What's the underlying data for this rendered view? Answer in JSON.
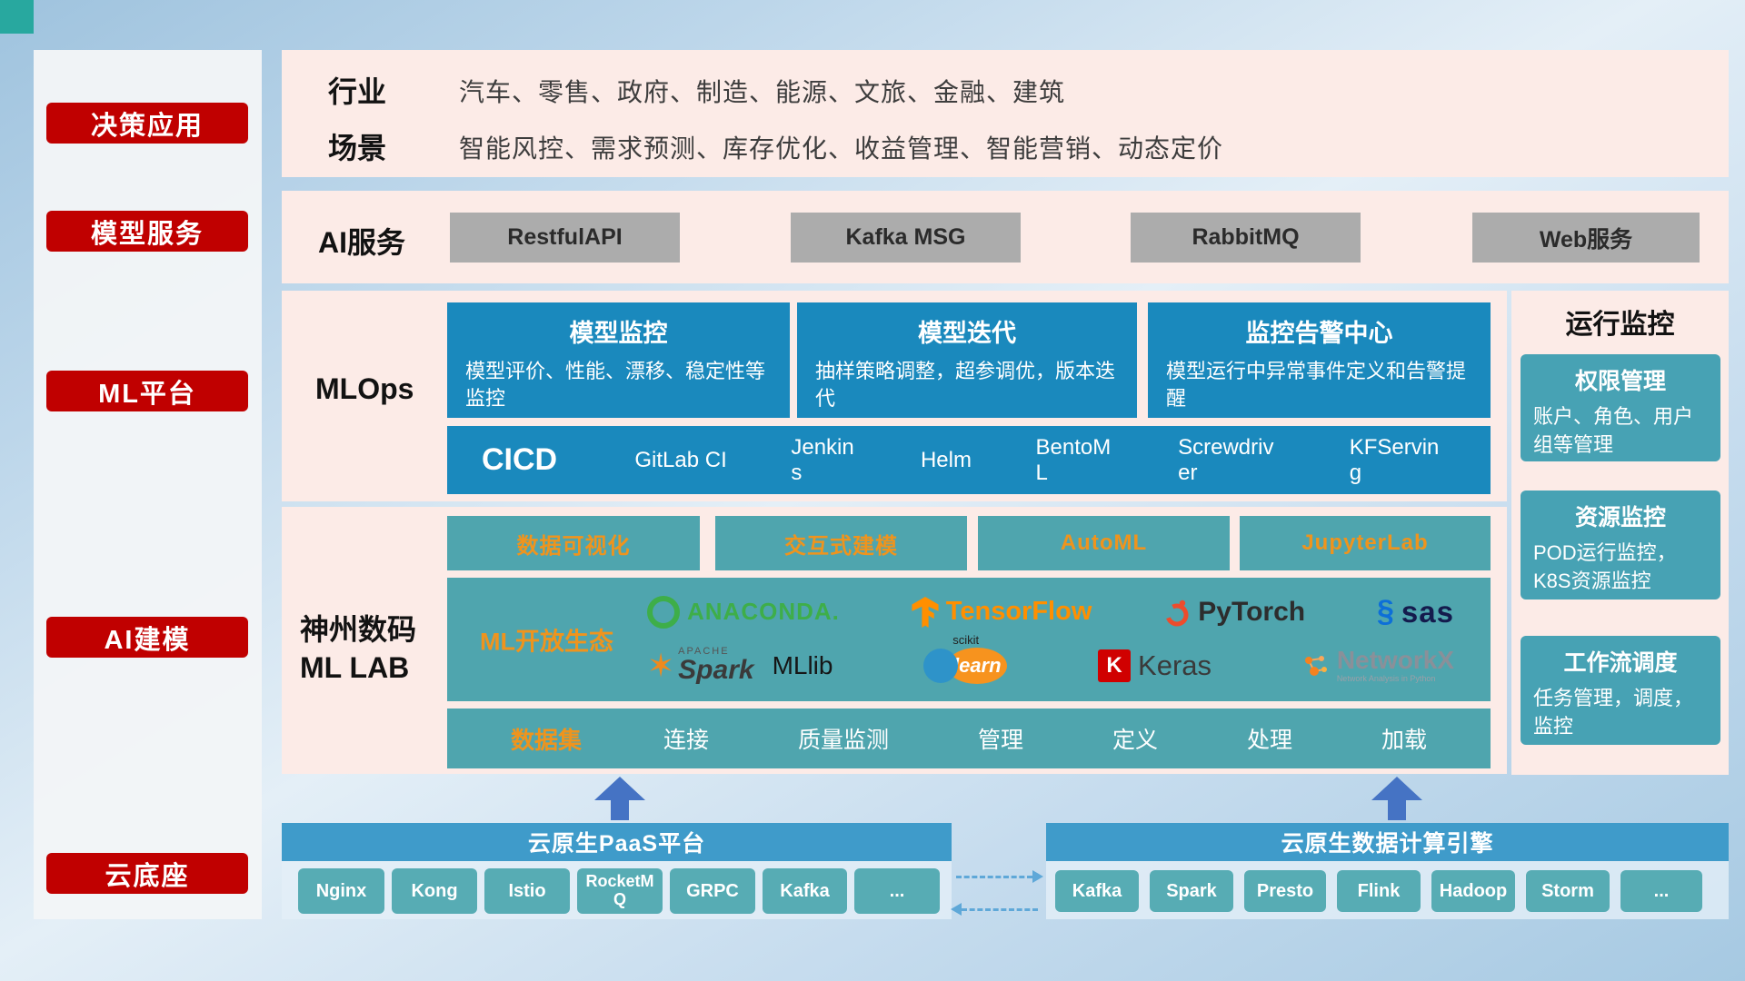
{
  "sidebar": {
    "items": [
      {
        "label": "决策应用"
      },
      {
        "label": "模型服务"
      },
      {
        "label": "ML平台"
      },
      {
        "label": "AI建模"
      },
      {
        "label": "云底座"
      }
    ]
  },
  "industry": {
    "row1_label": "行业",
    "row1_text": "汽车、零售、政府、制造、能源、文旅、金融、建筑",
    "row2_label": "场景",
    "row2_text": "智能风控、需求预测、库存优化、收益管理、智能营销、动态定价"
  },
  "ai_service": {
    "label": "AI服务",
    "buttons": [
      {
        "label": "RestfulAPI"
      },
      {
        "label": "Kafka MSG"
      },
      {
        "label": "RabbitMQ"
      },
      {
        "label": "Web服务"
      }
    ]
  },
  "mlops": {
    "label": "MLOps",
    "cards": [
      {
        "title": "模型监控",
        "desc": "模型评价、性能、漂移、稳定性等监控"
      },
      {
        "title": "模型迭代",
        "desc": "抽样策略调整，超参调优，版本迭代"
      },
      {
        "title": "监控告警中心",
        "desc": "模型运行中异常事件定义和告警提醒"
      }
    ],
    "cicd_label": "CICD",
    "cicd_items": [
      {
        "label": "GitLab CI"
      },
      {
        "label": "Jenkins"
      },
      {
        "label": "Helm"
      },
      {
        "label": "BentoML"
      },
      {
        "label": "Screwdriver"
      },
      {
        "label": "KFServing"
      }
    ]
  },
  "mllab": {
    "label_line1": "神州数码",
    "label_line2": "ML LAB",
    "tools": [
      {
        "label": "数据可视化"
      },
      {
        "label": "交互式建模"
      },
      {
        "label": "AutoML"
      },
      {
        "label": "JupyterLab"
      }
    ],
    "eco_label": "ML开放生态",
    "logos": {
      "anaconda": "ANACONDA.",
      "tensorflow": "TensorFlow",
      "pytorch": "PyTorch",
      "sas": "sas",
      "apache": "APACHE",
      "spark": "Spark",
      "mllib": "MLlib",
      "scikit": "scikit",
      "learn": "learn",
      "keras_k": "K",
      "keras": "Keras",
      "networkx": "NetworkX",
      "networkx_sub": "Network Analysis in Python"
    },
    "dataset_label": "数据集",
    "dataset_items": [
      {
        "label": "连接"
      },
      {
        "label": "质量监测"
      },
      {
        "label": "管理"
      },
      {
        "label": "定义"
      },
      {
        "label": "处理"
      },
      {
        "label": "加载"
      }
    ]
  },
  "monitor": {
    "title": "运行监控",
    "cards": [
      {
        "title": "权限管理",
        "desc": "账户、角色、用户组等管理"
      },
      {
        "title": "资源监控",
        "desc": "POD运行监控，K8S资源监控"
      },
      {
        "title": "工作流调度",
        "desc": "任务管理，调度，监控"
      }
    ]
  },
  "cloud": {
    "paas_title": "云原生PaaS平台",
    "paas_items": [
      {
        "label": "Nginx"
      },
      {
        "label": "Kong"
      },
      {
        "label": "Istio"
      },
      {
        "label": "RocketMQ"
      },
      {
        "label": "GRPC"
      },
      {
        "label": "Kafka"
      },
      {
        "label": "..."
      }
    ],
    "engine_title": "云原生数据计算引擎",
    "engine_items": [
      {
        "label": "Kafka"
      },
      {
        "label": "Spark"
      },
      {
        "label": "Presto"
      },
      {
        "label": "Flink"
      },
      {
        "label": "Hadoop"
      },
      {
        "label": "Storm"
      },
      {
        "label": "..."
      }
    ]
  },
  "colors": {
    "accent_red": "#c00000",
    "panel_pink": "#fcebe7",
    "card_blue": "#1a89bd",
    "teal": "#4fa5ae",
    "orange": "#ef941d",
    "bar_blue": "#3f9bca"
  }
}
